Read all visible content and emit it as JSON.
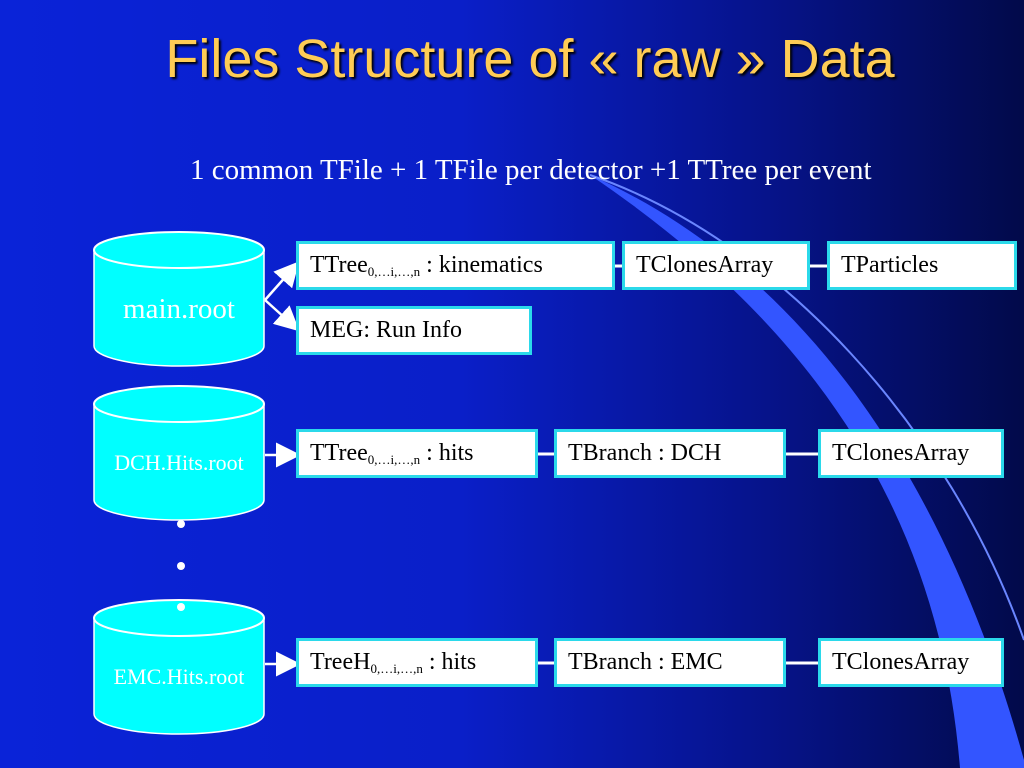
{
  "title": "Files Structure of « raw » Data",
  "subtitle": "1 common TFile + 1 TFile per detector  +1 TTree per event",
  "files": [
    {
      "label": "main.root"
    },
    {
      "label": "DCH.Hits.root"
    },
    {
      "label": "EMC.Hits.root"
    }
  ],
  "rows": {
    "main_tree": {
      "base": "TTree",
      "sub": "0,…i,…,n",
      "suffix": " : kinematics"
    },
    "main_clones": "TClonesArray",
    "main_particles": "TParticles",
    "main_runinfo": "MEG: Run Info",
    "dch_tree": {
      "base": "TTree",
      "sub": "0,…i,…,n",
      "suffix": " : hits"
    },
    "dch_branch": "TBranch : DCH",
    "dch_clones": "TClonesArray",
    "emc_tree": {
      "base": "TreeH",
      "sub": "0,…i,…,n",
      "suffix": " : hits"
    },
    "emc_branch": "TBranch : EMC",
    "emc_clones": "TClonesArray"
  },
  "colors": {
    "background": "#0a23d8",
    "title": "#ffcc55",
    "cylinder": "#00ffff",
    "box_border": "#2bd9ea",
    "box_fill": "#ffffff",
    "swoosh": "#3355ff"
  }
}
